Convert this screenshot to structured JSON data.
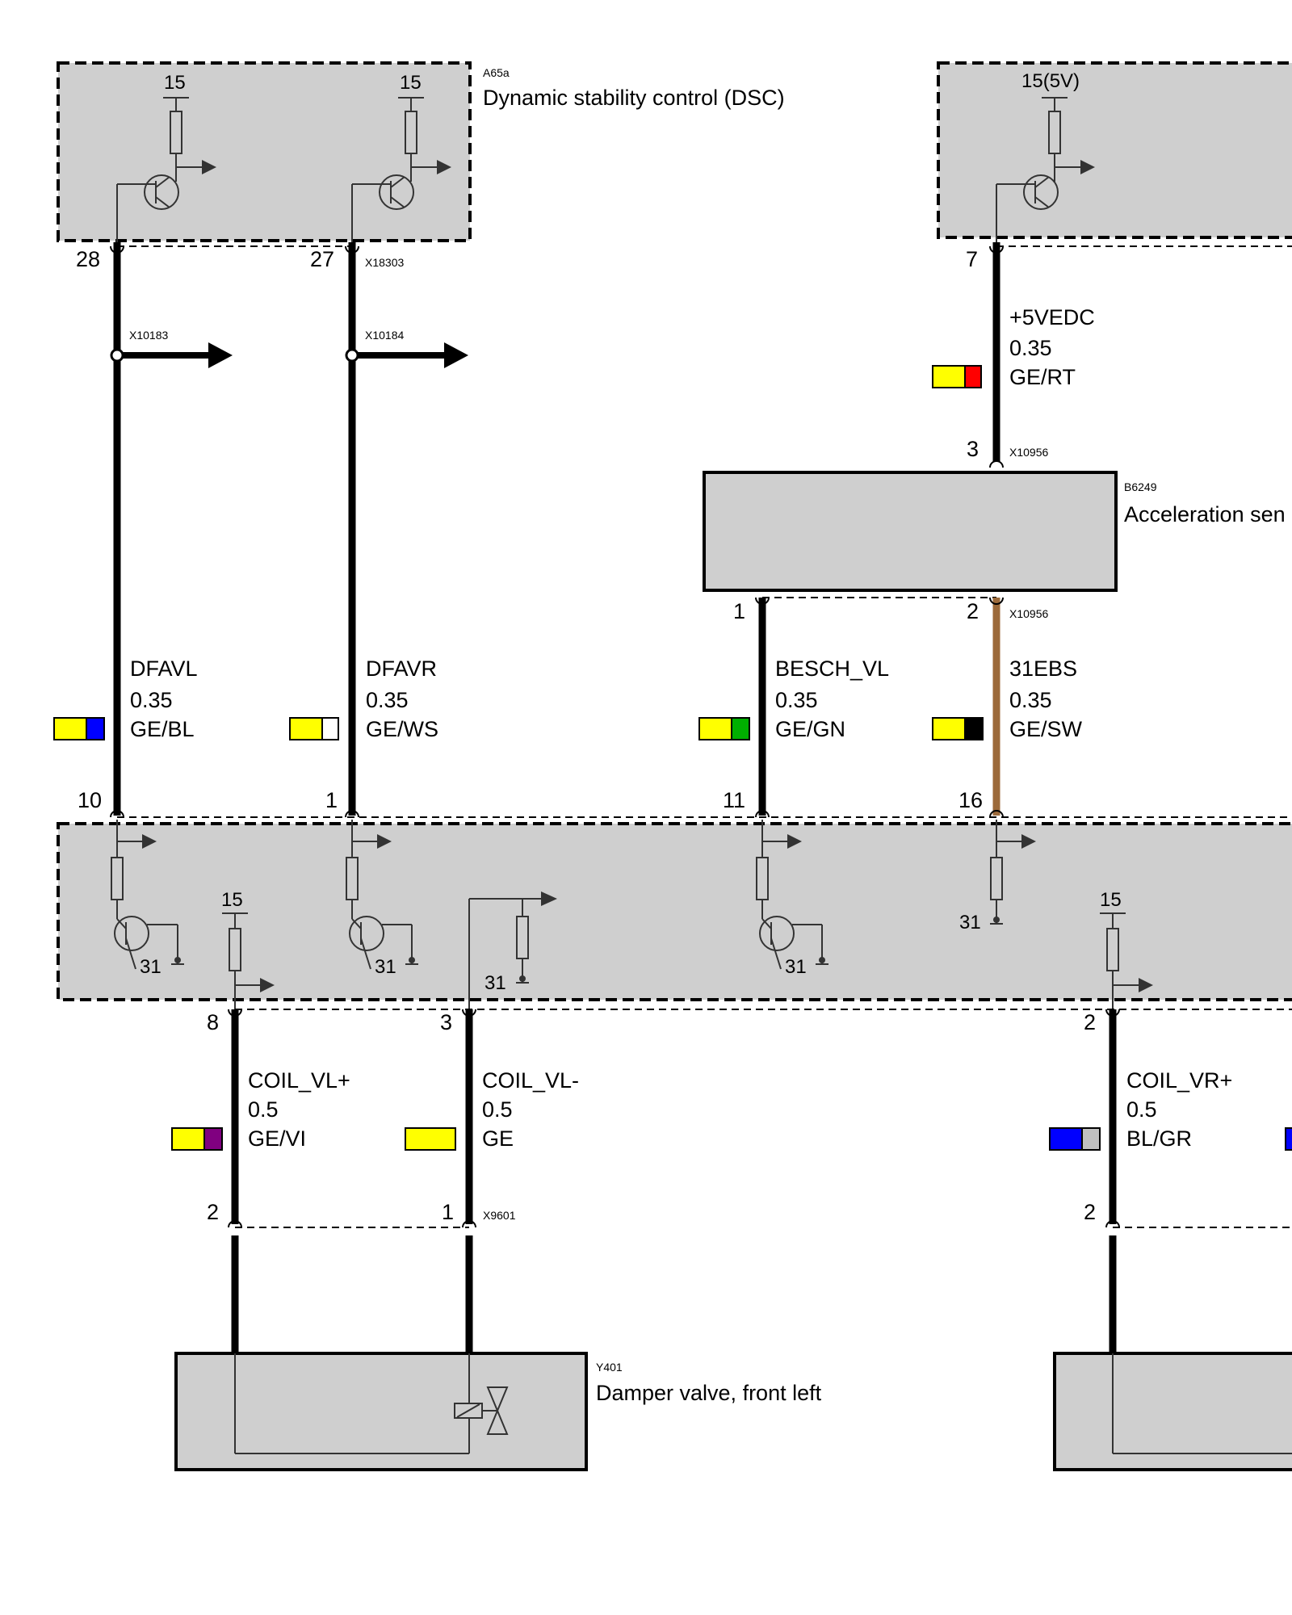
{
  "components": {
    "dsc": {
      "ref": "A65a",
      "name": "Dynamic stability control (DSC)",
      "supply_1": "15",
      "supply_2": "15"
    },
    "right_module_top": {
      "supply": "15(5V)"
    },
    "accel_sensor": {
      "ref": "B6249",
      "name": "Acceleration sen"
    },
    "damper_fl": {
      "ref": "Y401",
      "name": "Damper valve, front left"
    },
    "mid_module": {
      "supply_1": "15",
      "supply_2": "15",
      "ground_1": "31",
      "ground_2": "31",
      "ground_3": "31",
      "ground_4": "31",
      "ground_5": "31"
    }
  },
  "connectors": {
    "x18303": "X18303",
    "x10183": "X10183",
    "x10184": "X10184",
    "x10956_a": "X10956",
    "x10956_b": "X10956",
    "x9601": "X9601"
  },
  "pins": {
    "dsc_28": "28",
    "dsc_27": "27",
    "top_right_7": "7",
    "sensor_3": "3",
    "sensor_1": "1",
    "sensor_2": "2",
    "mid_10": "10",
    "mid_1": "1",
    "mid_11": "11",
    "mid_16": "16",
    "mid_8": "8",
    "mid_3": "3",
    "mid_2": "2",
    "damper_2": "2",
    "damper_1": "1",
    "damper_r_2": "2"
  },
  "wires": [
    {
      "signal": "DFAVL",
      "gauge": "0.35",
      "color_code": "GE/BL",
      "colors": [
        "#ffff00",
        "#0000ff"
      ]
    },
    {
      "signal": "DFAVR",
      "gauge": "0.35",
      "color_code": "GE/WS",
      "colors": [
        "#ffff00",
        "#ffffff"
      ]
    },
    {
      "signal": "+5VEDC",
      "gauge": "0.35",
      "color_code": "GE/RT",
      "colors": [
        "#ffff00",
        "#ff0000"
      ]
    },
    {
      "signal": "BESCH_VL",
      "gauge": "0.35",
      "color_code": "GE/GN",
      "colors": [
        "#ffff00",
        "#00b000"
      ]
    },
    {
      "signal": "31EBS",
      "gauge": "0.35",
      "color_code": "GE/SW",
      "colors": [
        "#ffff00",
        "#000000"
      ]
    },
    {
      "signal": "COIL_VL+",
      "gauge": "0.5",
      "color_code": "GE/VI",
      "colors": [
        "#ffff00",
        "#800080"
      ]
    },
    {
      "signal": "COIL_VL-",
      "gauge": "0.5",
      "color_code": "GE",
      "colors": [
        "#ffff00"
      ]
    },
    {
      "signal": "COIL_VR+",
      "gauge": "0.5",
      "color_code": "BL/GR",
      "colors": [
        "#0000ff",
        "#c0c0c0"
      ]
    }
  ],
  "colors": {
    "brown_wire": "#9c6a3a",
    "module_fill": "#cfcfcf",
    "partial_swatch": "#0000ff"
  }
}
